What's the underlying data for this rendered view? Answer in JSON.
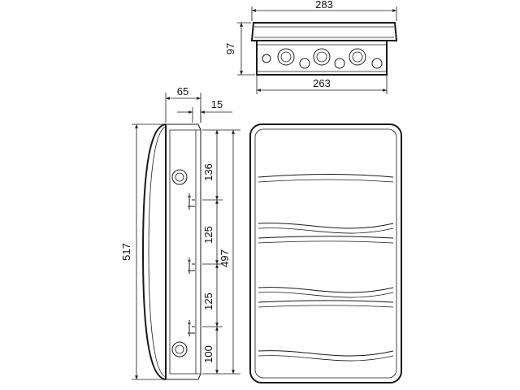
{
  "dimensions": {
    "top_width_outer": "283",
    "top_height": "97",
    "top_width_inner": "263",
    "side_depth": "65",
    "side_offset": "15",
    "overall_height": "517",
    "inner_height": "497",
    "row_spacing_1": "136",
    "row_spacing_2": "125",
    "row_spacing_3": "125",
    "row_spacing_4": "100"
  }
}
